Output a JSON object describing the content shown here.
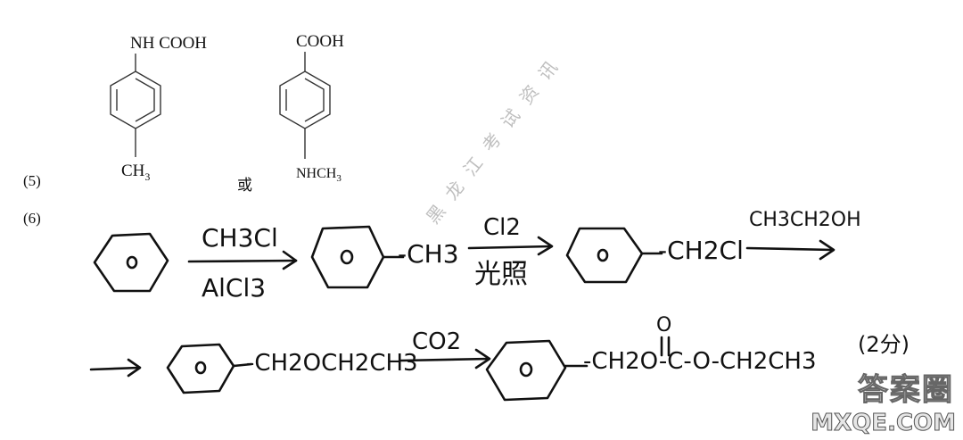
{
  "labels": {
    "part5": "(5)",
    "part6": "(6)",
    "or": "或"
  },
  "structure_a": {
    "top": "NH COOH",
    "bottom": "CH3"
  },
  "structure_b": {
    "top": "COOH",
    "bottom": "NHCH3"
  },
  "scheme": {
    "reagent1_top": "CH3Cl",
    "reagent1_bottom": "AlCl3",
    "product1_sub": "-CH3",
    "reagent2_top": "Cl2",
    "reagent2_bottom": "光照",
    "product2_sub": "-CH2Cl",
    "reagent3_top": "CH3CH2OH",
    "product3_sub": "-CH2OCH2CH3",
    "reagent4_top": "CO2",
    "product4_sub": "-CH2O-C-O-CH2CH3",
    "carbonyl_o": "O",
    "score": "(2分)"
  },
  "watermark": {
    "text": "黑龙江考试资讯",
    "logo_top": "答案圈",
    "logo_bottom": "MXQE.COM"
  }
}
